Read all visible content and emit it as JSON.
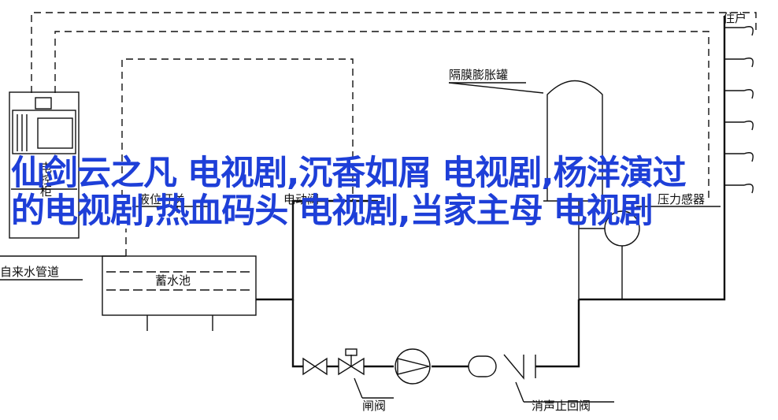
{
  "diagram": {
    "labels": {
      "residential": "住户",
      "expansion_tank": "隔膜膨胀罐",
      "level_switch": "液位开关",
      "electric_valve": "电动阀",
      "pressure_sensor": "压力感器",
      "tap_water_pipe": "自来水管道",
      "storage_tank": "蓄水池",
      "gate_valve": "闸阀",
      "silencer_check_valve": "消声止回阀",
      "control_cabinet_side_text": "电控柜"
    }
  },
  "overlay_title": "仙剑云之凡 电视剧,沉香如屑 电视剧,杨洋演过的电视剧,热血码头 电视剧,当家主母 电视剧",
  "colors": {
    "line": "#111111",
    "overlay_text": "#1e3fd8"
  }
}
